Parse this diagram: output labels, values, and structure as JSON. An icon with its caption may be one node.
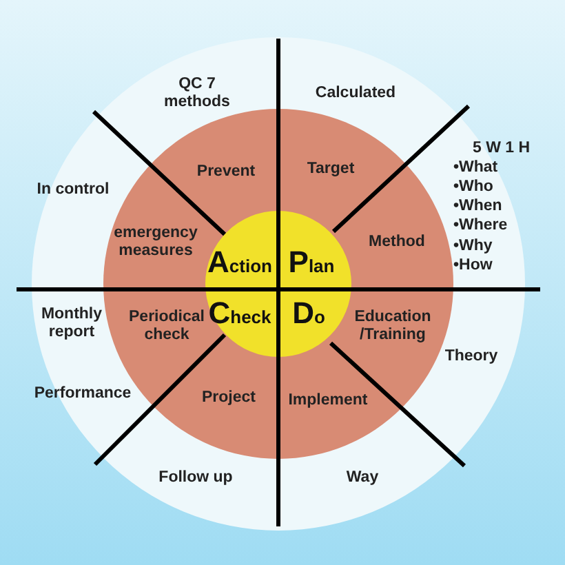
{
  "diagram": {
    "labels": [
      "QC 7 methods",
      "Calculated",
      "5 W 1 H",
      "•What",
      "•Who",
      "•When",
      "•Where",
      "•Why",
      "•How",
      "In control",
      "Prevent",
      "Target",
      "emergency measures",
      "Method",
      "Action",
      "Plan",
      "Monthly report",
      "Periodical check",
      "Check",
      "Do",
      "Education /Training",
      "Theory",
      "Performance",
      "Project",
      "Implement",
      "Follow up",
      "Way"
    ]
  }
}
